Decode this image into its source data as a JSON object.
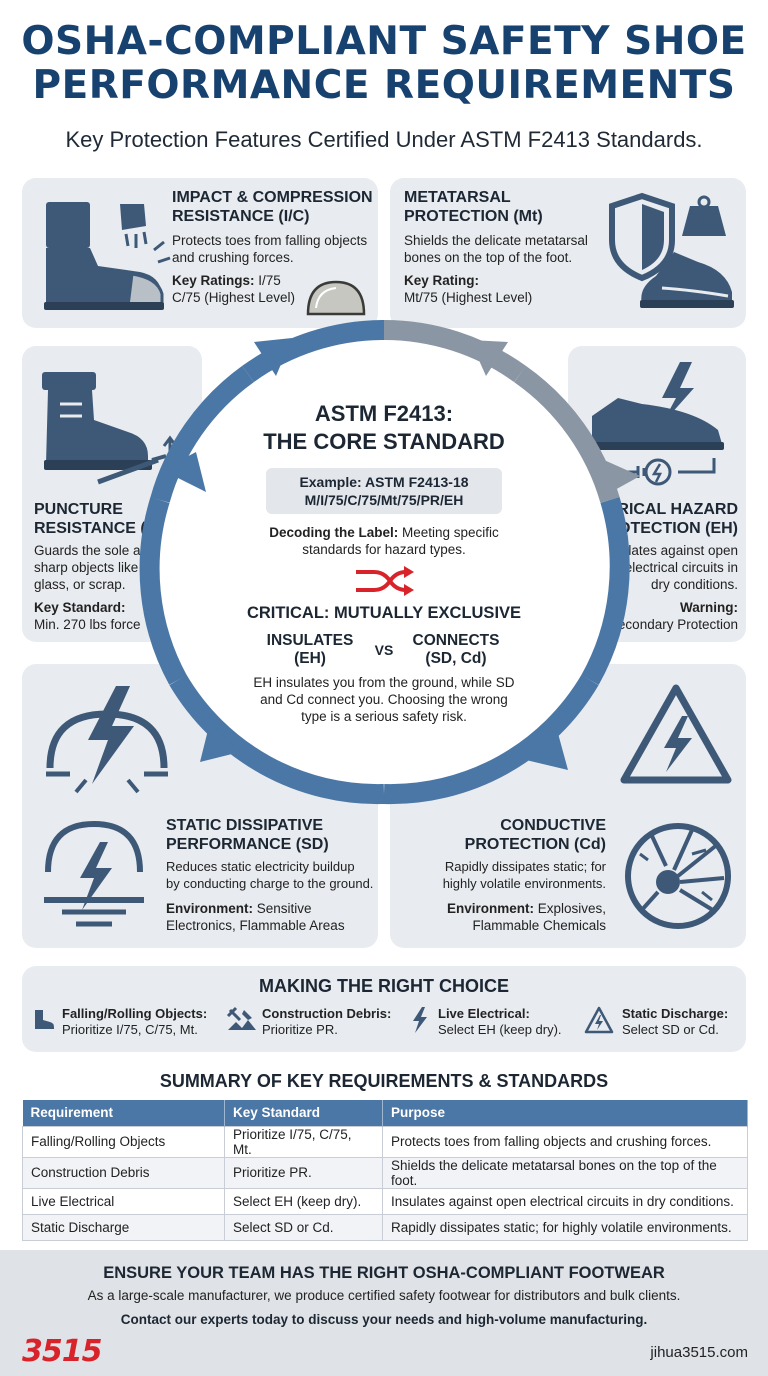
{
  "header": {
    "title_line1": "OSHA-COMPLIANT SAFETY SHOE",
    "title_line2": "PERFORMANCE REQUIREMENTS",
    "subtitle": "Key Protection Features Certified Under ASTM F2413 Standards."
  },
  "cards": {
    "impact": {
      "title_l1": "IMPACT & COMPRESSION",
      "title_l2": "RESISTANCE (I/C)",
      "desc_l1": "Protects toes from falling objects",
      "desc_l2": "and crushing forces.",
      "rating_label": "Key Ratings:",
      "rating_l1": " I/75",
      "rating_l2": "C/75 (Highest Level)"
    },
    "metatarsal": {
      "title_l1": "METATARSAL",
      "title_l2": "PROTECTION (Mt)",
      "desc_l1": "Shields the delicate metatarsal",
      "desc_l2": "bones on the top of the foot.",
      "rating_label": "Key Rating:",
      "rating_l2": "Mt/75 (Highest Level)"
    },
    "puncture": {
      "title_l1": "PUNCTURE",
      "title_l2": "RESISTANCE (PR)",
      "desc_l1": "Guards the sole against",
      "desc_l2": "sharp objects like nails,",
      "desc_l3": "glass, or scrap.",
      "rating_label": "Key Standard:",
      "rating_l2": "Min. 270 lbs force"
    },
    "electrical": {
      "title_l1": "ELECTRICAL HAZARD",
      "title_l2": "PROTECTION (EH)",
      "desc_l1": "Insulates against open",
      "desc_l2": "electrical circuits in",
      "desc_l3": "dry conditions.",
      "rating_label": "Warning:",
      "rating_l2": "Secondary Protection"
    },
    "static": {
      "title_l1": "STATIC DISSIPATIVE",
      "title_l2": "PERFORMANCE (SD)",
      "desc_l1": "Reduces static electricity buildup",
      "desc_l2": "by conducting charge to the ground.",
      "rating_label": "Environment:",
      "rating_l1": " Sensitive",
      "rating_l2": "Electronics, Flammable Areas"
    },
    "conductive": {
      "title_l1": "CONDUCTIVE",
      "title_l2": "PROTECTION (Cd)",
      "desc_l1": "Rapidly dissipates static; for",
      "desc_l2": "highly volatile environments.",
      "rating_label": "Environment:",
      "rating_l1": " Explosives,",
      "rating_l2": "Flammable Chemicals"
    }
  },
  "center": {
    "title_l1": "ASTM F2413:",
    "title_l2": "THE CORE STANDARD",
    "example_l1": "Example: ASTM F2413-18",
    "example_l2": "M/I/75/C/75/Mt/75/PR/EH",
    "decode_label": "Decoding the Label:",
    "decode_l1": " Meeting specific",
    "decode_l2": "standards for hazard types.",
    "critical": "CRITICAL: MUTUALLY EXCLUSIVE",
    "insulates_l1": "INSULATES",
    "insulates_l2": "(EH)",
    "vs": "VS",
    "connects_l1": "CONNECTS",
    "connects_l2": "(SD, Cd)",
    "note_l1": "EH insulates you from the ground, while SD",
    "note_l2": "and Cd connect you. Choosing the wrong",
    "note_l3": "type is a serious safety risk."
  },
  "choice": {
    "title": "MAKING THE RIGHT CHOICE",
    "items": [
      {
        "label": "Falling/Rolling Objects:",
        "text": "Prioritize I/75, C/75, Mt."
      },
      {
        "label": "Construction Debris:",
        "text": "Prioritize PR."
      },
      {
        "label": "Live Electrical:",
        "text": "Select EH (keep dry)."
      },
      {
        "label": "Static Discharge:",
        "text": "Select SD or Cd."
      }
    ]
  },
  "summary": {
    "title": "SUMMARY OF KEY REQUIREMENTS & STANDARDS",
    "headers": [
      "Requirement",
      "Key Standard",
      "Purpose"
    ],
    "rows": [
      [
        "Falling/Rolling Objects",
        "Prioritize I/75, C/75, Mt.",
        "Protects toes from falling objects and crushing forces."
      ],
      [
        "Construction Debris",
        "Prioritize PR.",
        "Shields the delicate metatarsal bones on the top of the foot."
      ],
      [
        "Live Electrical",
        "Select EH (keep dry).",
        "Insulates against open electrical circuits in dry conditions."
      ],
      [
        "Static Discharge",
        "Select SD or Cd.",
        "Rapidly dissipates static; for highly volatile environments."
      ]
    ]
  },
  "footer": {
    "headline": "ENSURE YOUR TEAM HAS THE RIGHT OSHA-COMPLIANT FOOTWEAR",
    "line1": "As a large-scale manufacturer, we produce certified safety footwear for distributors and bulk clients.",
    "line2": "Contact our experts today to discuss your needs and high-volume manufacturing.",
    "logo": "3515",
    "website": "jihua3515.com"
  },
  "colors": {
    "navy": "#17416e",
    "icon": "#3d5977",
    "ring_blue": "#4b77a6",
    "ring_grey": "#8a96a3",
    "card_bg": "#e8ebef",
    "accent_red": "#d8232a"
  }
}
